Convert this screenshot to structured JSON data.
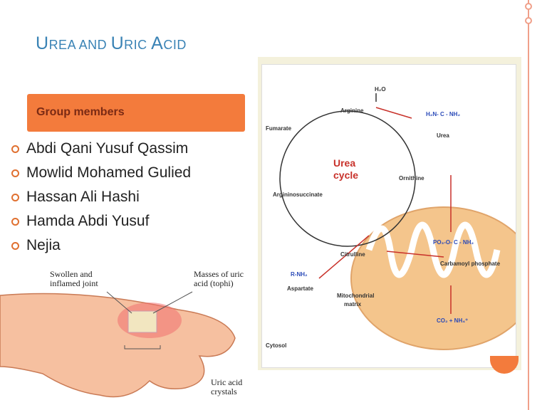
{
  "slide": {
    "title_initial_1": "U",
    "title_rest_1": "REA AND ",
    "title_initial_2": "U",
    "title_rest_2": "RIC ",
    "title_initial_3": "A",
    "title_rest_3": "CID",
    "group_label": "Group members",
    "members": [
      "Abdi  Qani Yusuf Qassim",
      "Mowlid Mohamed Gulied",
      "Hassan Ali Hashi",
      "Hamda Abdi Yusuf",
      "Nejia"
    ]
  },
  "urea_figure": {
    "h2o": "H₂O",
    "arginine": "Arginine",
    "fumarate": "Fumarate",
    "urea_formula": "H₂N- C - NH₂",
    "urea": "Urea",
    "cycle_line1": "Urea",
    "cycle_line2": "cycle",
    "ornithine": "Ornithine",
    "argininosuccinate": "Argininosuccinate",
    "carbamoyl_formula": "PO₃-O- C - NH₂",
    "carbamoyl": "Carbamoyl phosphate",
    "citrulline": "Citrulline",
    "rnh2": "R-NH₂",
    "aspartate": "Aspartate",
    "mito_line1": "Mitochondrial",
    "mito_line2": "matrix",
    "co2": "CO₂ + NH₄⁺",
    "cytosol": "Cytosol"
  },
  "foot_figure": {
    "label_swollen_1": "Swollen and",
    "label_swollen_2": "inflamed joint",
    "label_masses_1": "Masses of uric",
    "label_masses_2": "acid (tophi)",
    "label_crystals_1": "Uric acid",
    "label_crystals_2": "crystals"
  },
  "colors": {
    "title": "#3a83b5",
    "accent": "#f37b3c",
    "cycle_text": "#c8312a",
    "mitochondria": "#f4c58c"
  }
}
